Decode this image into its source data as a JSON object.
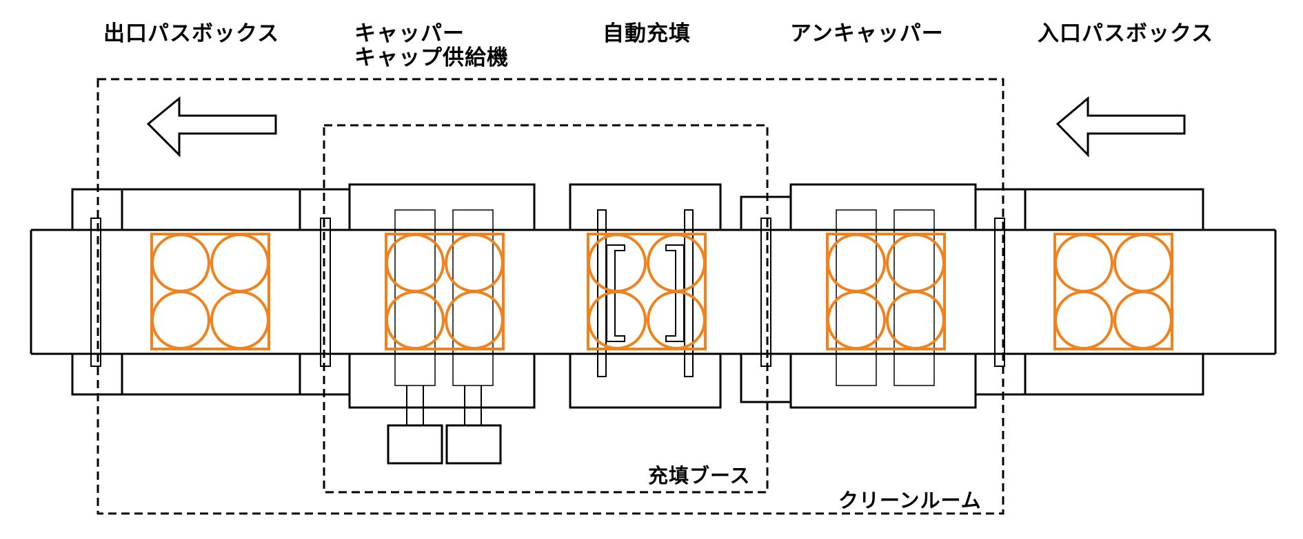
{
  "stations": {
    "outlet_passbox": "出口パスボックス",
    "capper_line1": "キャッパー",
    "capper_line2": "キャップ供給機",
    "auto_filling": "自動充填",
    "uncapper": "アンキャッパー",
    "inlet_passbox": "入口パスボックス"
  },
  "zones": {
    "filling_booth": "充填ブース",
    "clean_room": "クリーンルーム"
  },
  "colors": {
    "line": "#000000",
    "container": "#f0821e",
    "background": "#ffffff"
  },
  "icons": {
    "flow_arrow_outlet": "arrow-left-icon",
    "flow_arrow_inlet": "arrow-left-icon"
  }
}
